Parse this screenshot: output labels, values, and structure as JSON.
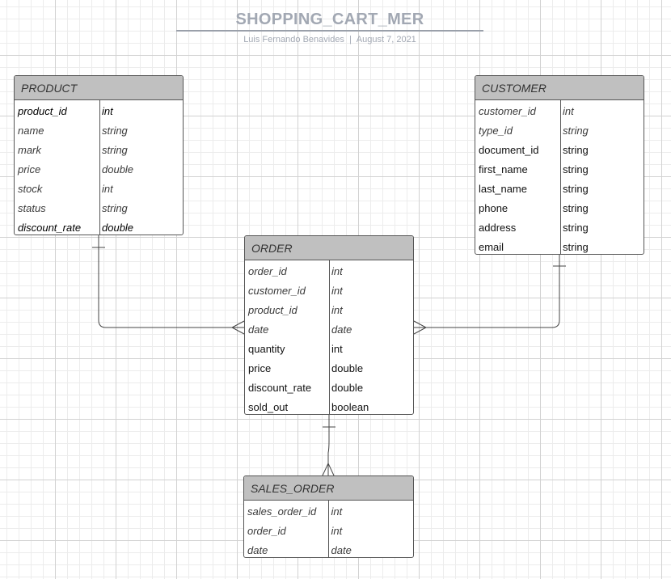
{
  "header": {
    "title": "SHOPPING_CART_MER",
    "author": "Luis Fernando Benavides",
    "separator": "|",
    "date": "August 7, 2021"
  },
  "entities": {
    "product": {
      "name": "PRODUCT",
      "fields": [
        {
          "name": "product_id",
          "type": "int",
          "style": "pk"
        },
        {
          "name": "name",
          "type": "string",
          "style": "it"
        },
        {
          "name": "mark",
          "type": "string",
          "style": "it"
        },
        {
          "name": "price",
          "type": "double",
          "style": "it"
        },
        {
          "name": "stock",
          "type": "int",
          "style": "it"
        },
        {
          "name": "status",
          "type": "string",
          "style": "it"
        },
        {
          "name": "discount_rate",
          "type": "double",
          "style": "pk"
        }
      ]
    },
    "customer": {
      "name": "CUSTOMER",
      "fields": [
        {
          "name": "customer_id",
          "type": "int",
          "style": "it"
        },
        {
          "name": "type_id",
          "type": "string",
          "style": "it"
        },
        {
          "name": "document_id",
          "type": "string",
          "style": "n"
        },
        {
          "name": "first_name",
          "type": "string",
          "style": "n"
        },
        {
          "name": "last_name",
          "type": "string",
          "style": "n"
        },
        {
          "name": "phone",
          "type": "string",
          "style": "n"
        },
        {
          "name": "address",
          "type": "string",
          "style": "n"
        },
        {
          "name": "email",
          "type": "string",
          "style": "n"
        }
      ]
    },
    "order": {
      "name": "ORDER",
      "fields": [
        {
          "name": "order_id",
          "type": "int",
          "style": "it"
        },
        {
          "name": "customer_id",
          "type": "int",
          "style": "it"
        },
        {
          "name": "product_id",
          "type": "int",
          "style": "it"
        },
        {
          "name": "date",
          "type": "date",
          "style": "it"
        },
        {
          "name": "quantity",
          "type": "int",
          "style": "n"
        },
        {
          "name": "price",
          "type": "double",
          "style": "n"
        },
        {
          "name": "discount_rate",
          "type": "double",
          "style": "n"
        },
        {
          "name": "sold_out",
          "type": "boolean",
          "style": "n"
        }
      ]
    },
    "sales_order": {
      "name": "SALES_ORDER",
      "fields": [
        {
          "name": "sales_order_id",
          "type": "int",
          "style": "it"
        },
        {
          "name": "order_id",
          "type": "int",
          "style": "it"
        },
        {
          "name": "date",
          "type": "date",
          "style": "it"
        }
      ]
    }
  },
  "relationships": [
    {
      "from": "PRODUCT",
      "to": "ORDER",
      "from_cardinality": "one",
      "to_cardinality": "many"
    },
    {
      "from": "CUSTOMER",
      "to": "ORDER",
      "from_cardinality": "one",
      "to_cardinality": "many"
    },
    {
      "from": "ORDER",
      "to": "SALES_ORDER",
      "from_cardinality": "one",
      "to_cardinality": "many"
    }
  ]
}
